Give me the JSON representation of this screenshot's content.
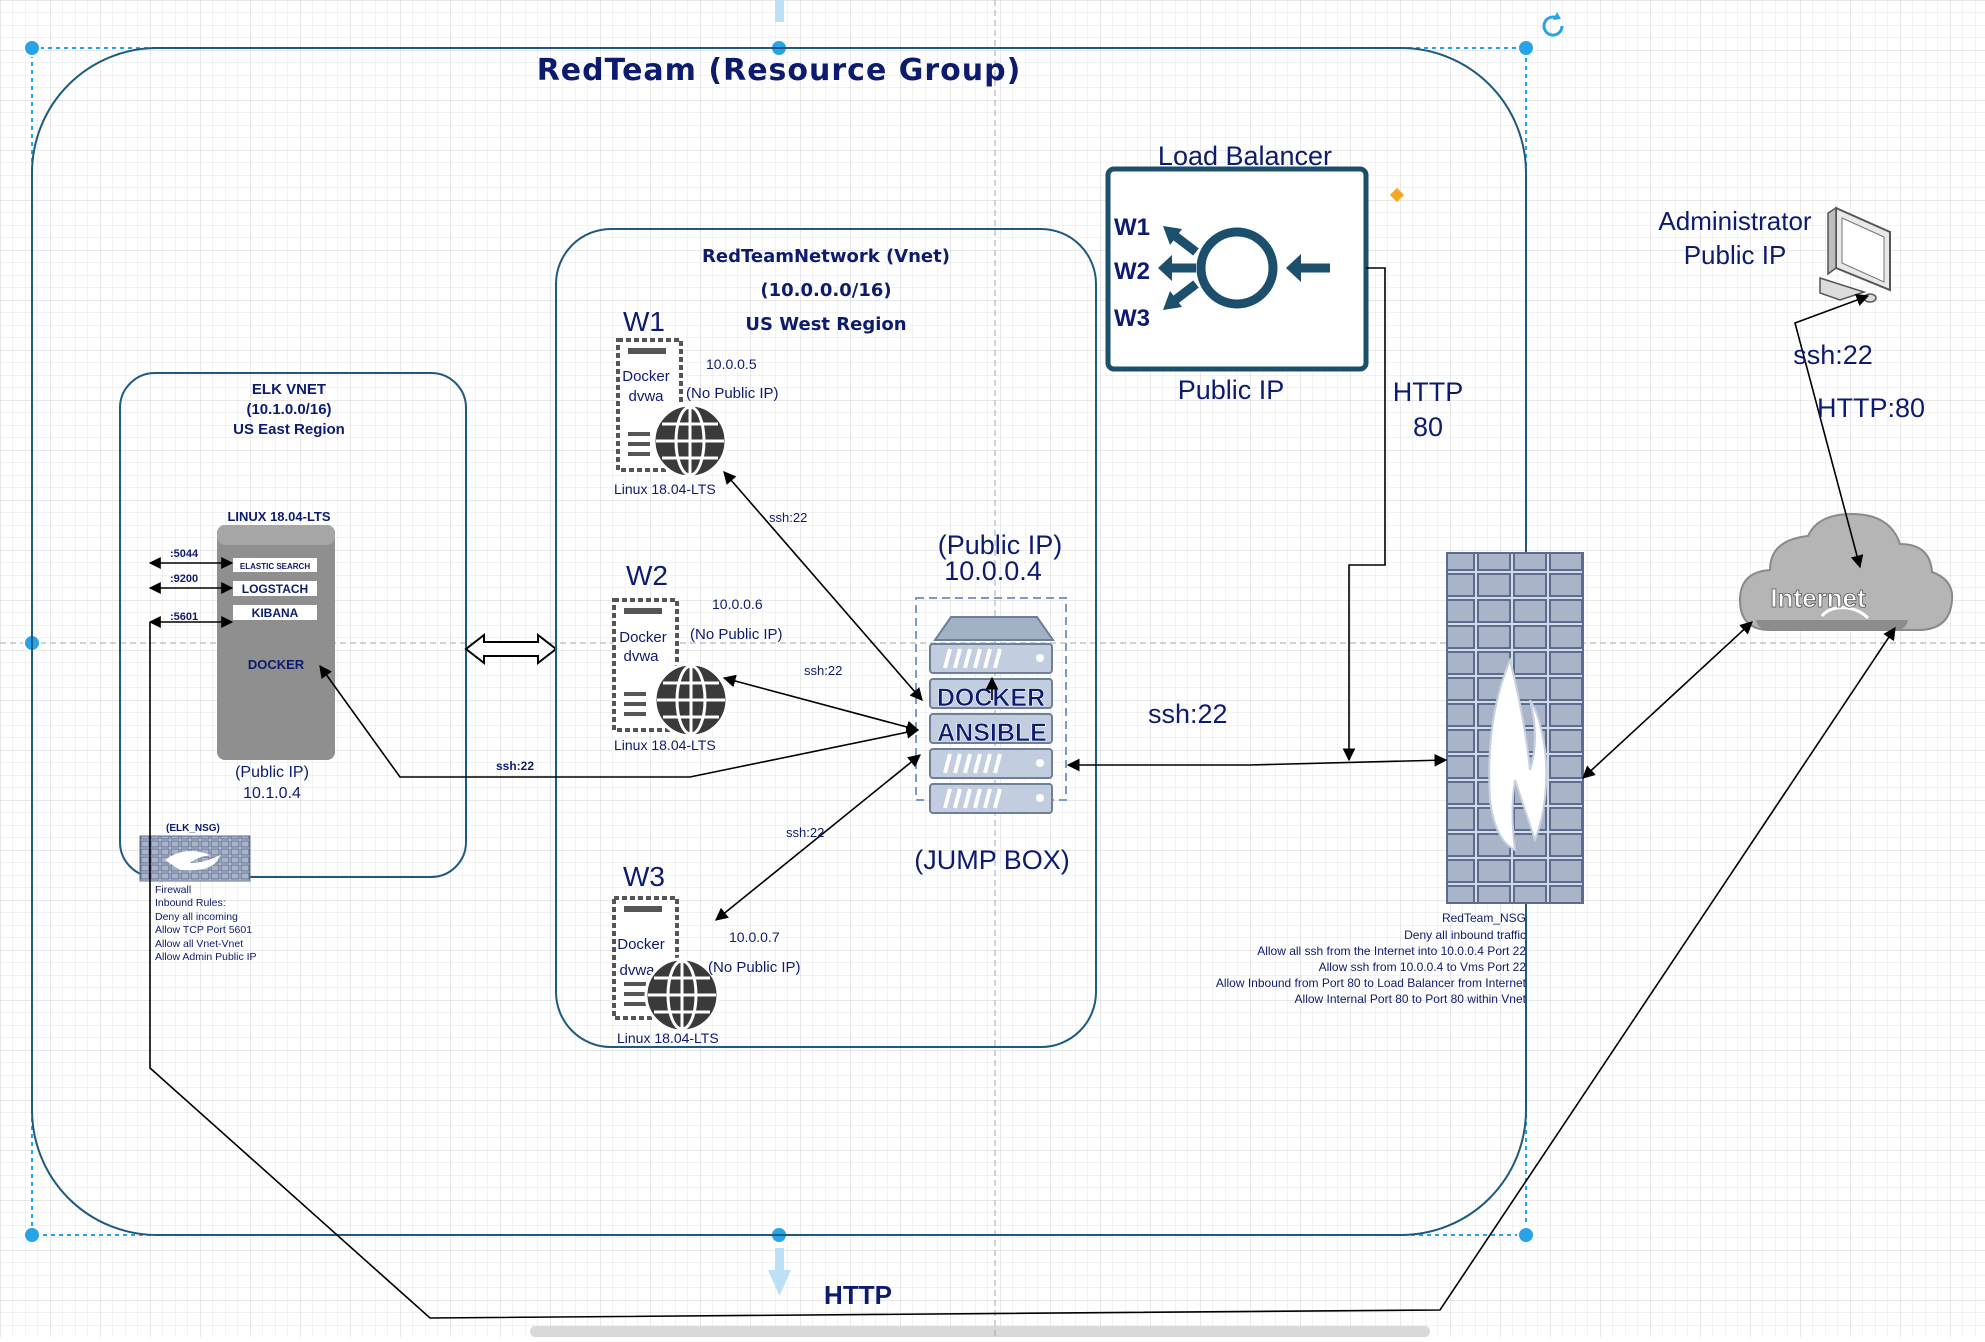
{
  "resource_group": {
    "title": "RedTeam (Resource Group)"
  },
  "vnet": {
    "title": "RedTeamNetwork (Vnet)",
    "cidr": "(10.0.0.0/16)",
    "region": "US West Region"
  },
  "elk_vnet": {
    "title": "ELK VNET",
    "cidr": "(10.1.0.0/16)",
    "region": "US East Region",
    "server_title": "LINUX 18.04-LTS",
    "services": [
      "ELASTIC SEARCH",
      "LOGSTACH",
      "KIBANA"
    ],
    "docker_label": "DOCKER",
    "ports": [
      ":5044",
      ":9200",
      ":5601"
    ],
    "public_ip_label": "(Public IP)",
    "ip": "10.1.0.4",
    "nsg_name": "(ELK_NSG)",
    "nsg_rules": [
      "Firewall",
      "Inbound Rules:",
      "Deny all incoming",
      "Allow TCP Port 5601",
      "Allow all Vnet-Vnet",
      "Allow Admin Public IP"
    ]
  },
  "web_servers": [
    {
      "name": "W1",
      "ip": "10.0.0.5",
      "public": "(No Public IP)",
      "app1": "Docker",
      "app2": "dvwa",
      "os": "Linux 18.04-LTS"
    },
    {
      "name": "W2",
      "ip": "10.0.0.6",
      "public": "(No Public IP)",
      "app1": "Docker",
      "app2": "dvwa",
      "os": "Linux 18.04-LTS"
    },
    {
      "name": "W3",
      "ip": "10.0.0.7",
      "public": "(No Public IP)",
      "app1": "Docker",
      "app2": "dvwa",
      "os": "Linux 18.04-LTS"
    }
  ],
  "jump_box": {
    "public_ip_label": "(Public IP)",
    "ip": "10.0.0.4",
    "docker": "DOCKER",
    "ansible": "ANSIBLE",
    "label": "(JUMP BOX)"
  },
  "load_balancer": {
    "title": "Load Balancer",
    "targets": [
      "W1",
      "W2",
      "W3"
    ],
    "public_ip": "Public IP"
  },
  "admin": {
    "line1": "Administrator",
    "line2": "Public IP"
  },
  "internet": {
    "label": "Internet"
  },
  "nsg": {
    "title": "RedTeam_NSG",
    "rules": [
      "Deny all inbound traffic",
      "Allow all ssh from the Internet into 10.0.0.4 Port 22",
      "Allow ssh from 10.0.0.4 to Vms Port 22",
      "Allow Inbound from Port 80 to Load Balancer from Internet",
      "Allow Internal Port 80 to Port 80 within Vnet"
    ]
  },
  "connections": {
    "ssh_w1": "ssh:22",
    "ssh_w2": "ssh:22",
    "ssh_w3": "ssh:22",
    "ssh_elk": "ssh:22",
    "ssh_fw": "ssh:22",
    "http_lb_1": "HTTP",
    "http_lb_2": "80",
    "admin_ssh": "ssh:22",
    "admin_http": "HTTP:80",
    "bottom_http": "HTTP"
  },
  "colors": {
    "navy": "#0d1b6e",
    "frame": "#1e5a80",
    "lb_icon": "#1c4f6b",
    "selection": "#29a3e8",
    "firewall_fill": "#a8b3c8",
    "firewall_stroke": "#5c6c8f",
    "server_gray": "#8f8f8f",
    "cloud_gray": "#b5b5b5",
    "orange": "#f5a623"
  }
}
